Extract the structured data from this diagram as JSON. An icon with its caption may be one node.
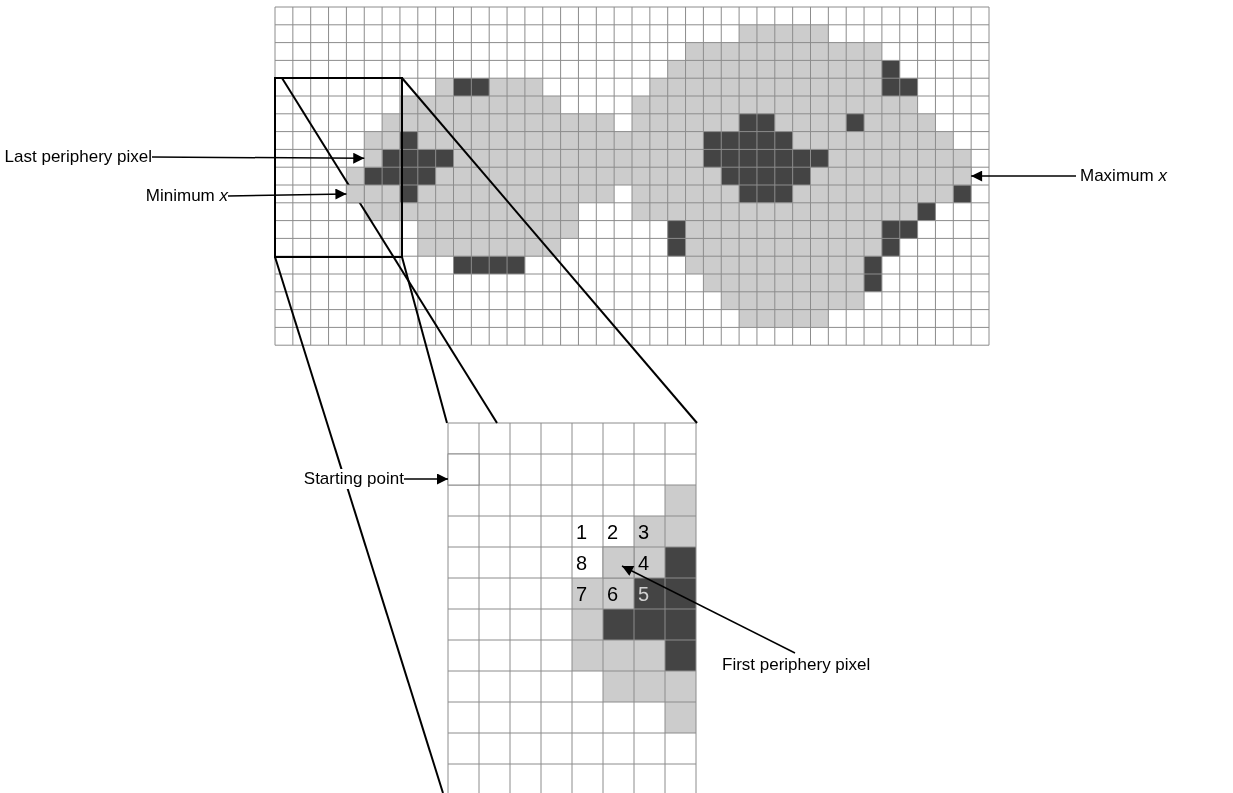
{
  "diagram": {
    "nodes": [
      {
        "text": [
          "Last periphery pixel"
        ]
      },
      {
        "text": [
          "Minimum *x*"
        ]
      },
      {
        "text": [
          "Maximum *x*"
        ]
      },
      {
        "text": [
          "Starting point"
        ]
      },
      {
        "text": [
          "First periphery pixel"
        ]
      },
      {
        "text": [],
        "shape": "box"
      },
      {
        "text": [],
        "shape": "box"
      },
      {
        "text": [],
        "shape": "box"
      },
      {
        "text": [],
        "shape": "box"
      },
      {
        "text": [],
        "shape": "box"
      }
    ],
    "edges": [
      {
        "from": 0,
        "to": 5,
        "arrow": "to"
      },
      {
        "from": 1,
        "to": 6,
        "arrow": "to"
      },
      {
        "from": 2,
        "to": 7,
        "arrow": "to"
      },
      {
        "from": 3,
        "to": 8,
        "arrow": "to"
      },
      {
        "from": 4,
        "to": 9,
        "arrow": "to"
      }
    ],
    "labels": [
      "1",
      "2",
      "3",
      "8",
      "4",
      "7",
      "6",
      "5"
    ]
  }
}
